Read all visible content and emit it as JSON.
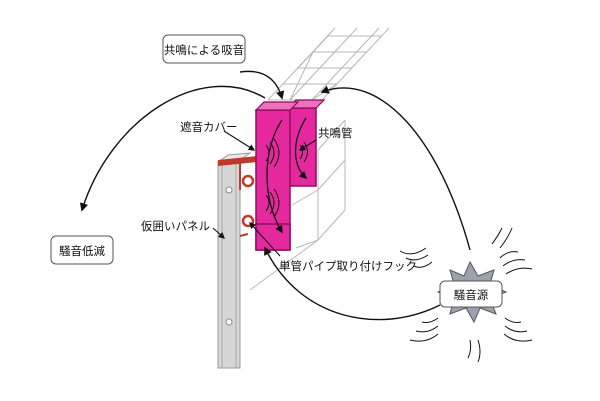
{
  "labels": {
    "kyomei_kyuon": "共鳴による吸音",
    "shaon_cover": "遮音カバー",
    "kyomeikan": "共鳴管",
    "kari_panel": "仮囲いパネル",
    "tankan_hook": "単管パイプ取り付けフック",
    "souon_gengen": "騒音低減",
    "souongen": "騒音源"
  },
  "colors": {
    "resonator": "#e6289e",
    "resonator_stroke": "#b0107a",
    "panel": "#c8c8c8",
    "frame": "#b0b0b0",
    "hook": "#c03a2b"
  },
  "icons": {
    "noise_source": "starburst-icon",
    "sound_waves": "sound-wave-arcs-icon"
  }
}
